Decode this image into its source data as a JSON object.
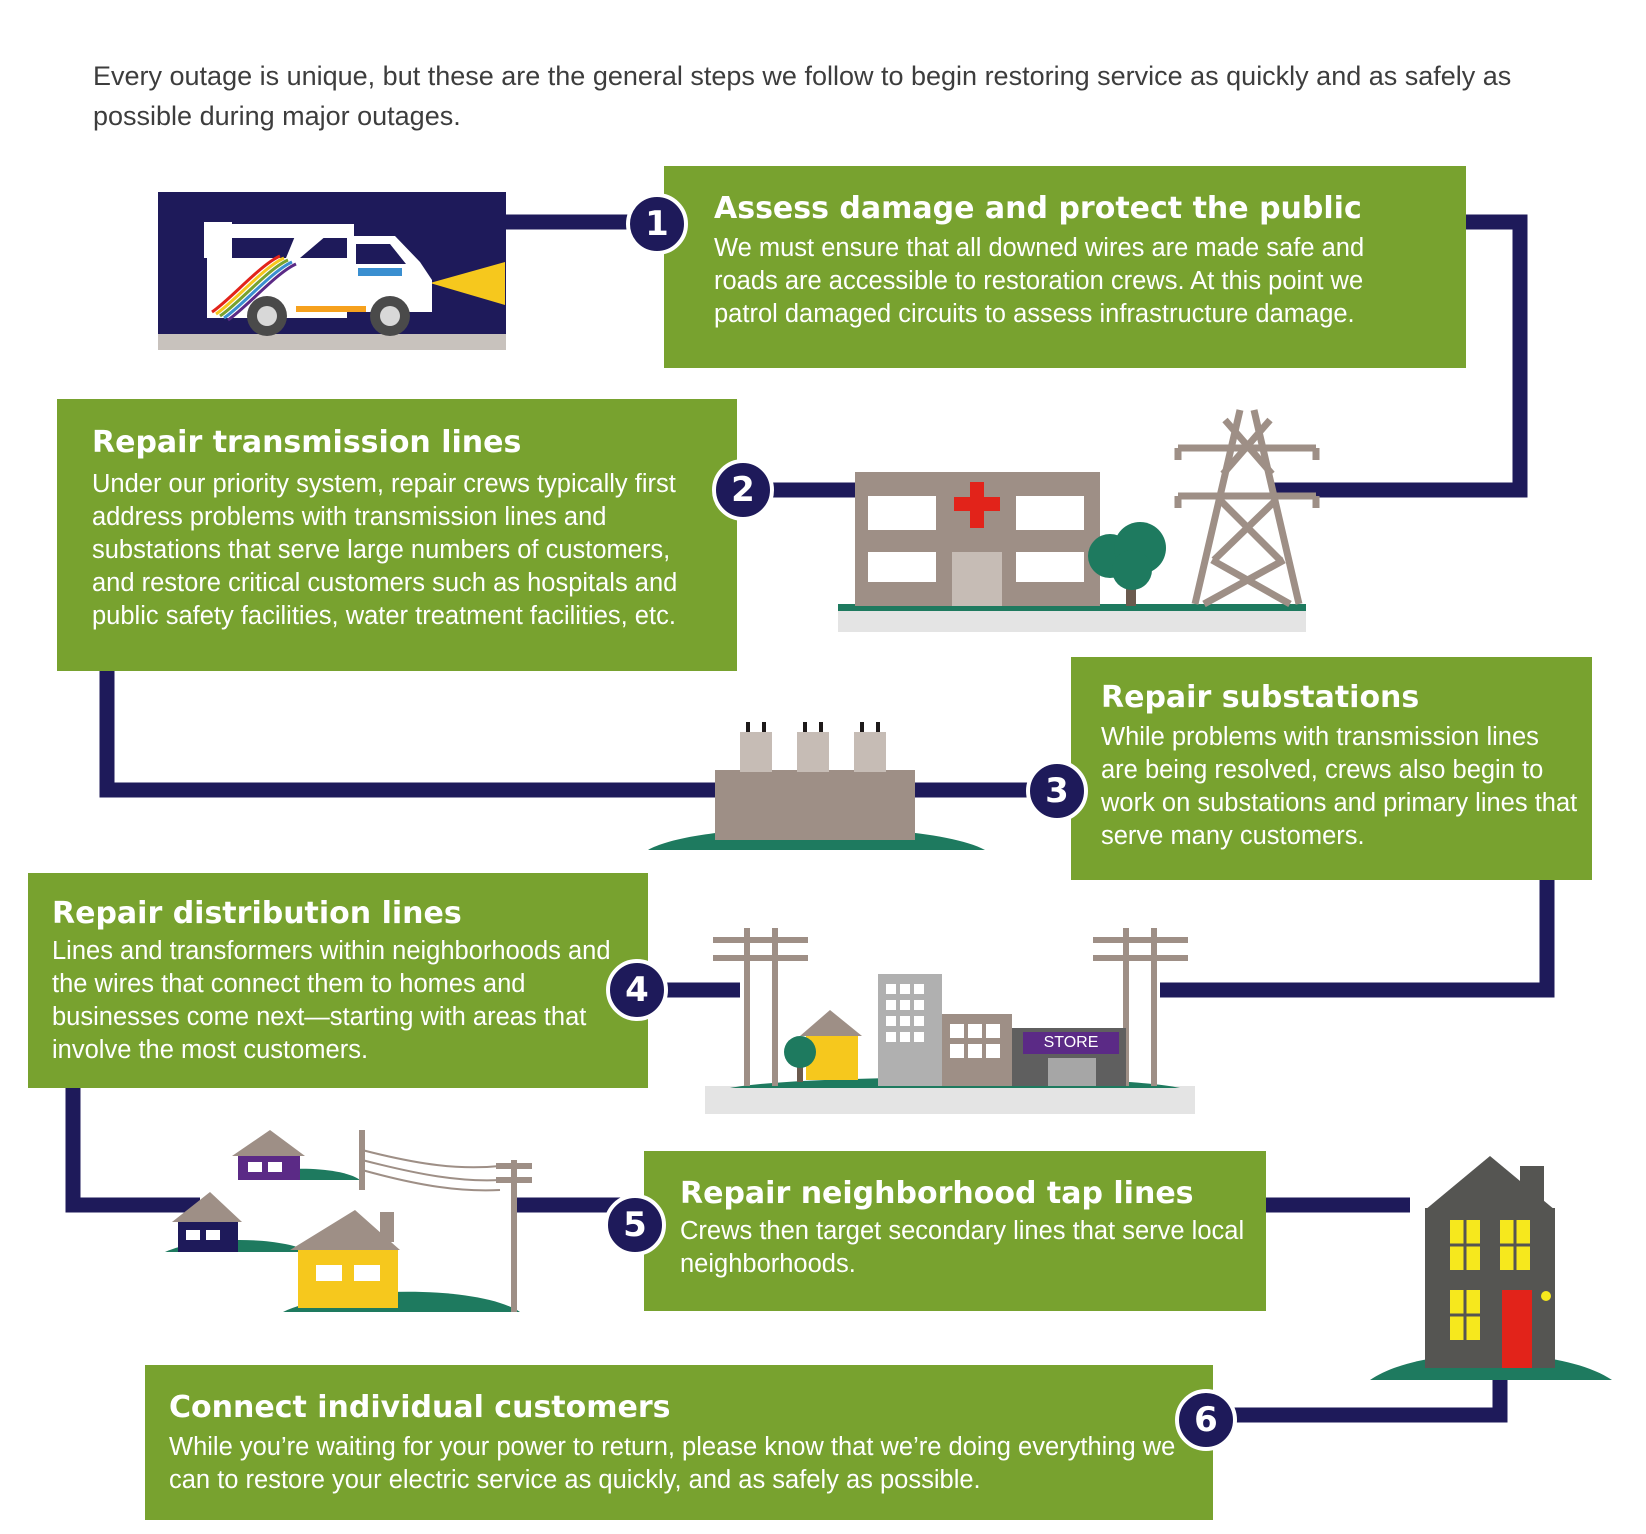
{
  "intro": "Every outage is unique, but these are the general steps we follow to begin restoring service as quickly and as safely as possible during major outages.",
  "steps": [
    {
      "number": "1",
      "title": "Assess damage and protect the public",
      "text": "We must ensure that all downed wires are made safe and roads are accessible to restoration crews. At this point we patrol damaged circuits to assess infrastructure damage."
    },
    {
      "number": "2",
      "title": "Repair transmission lines",
      "text": "Under our priority system, repair crews typically first address problems with transmission lines and substations that serve large numbers of customers, and restore critical customers such as hospitals and public safety facilities, water treatment facilities, etc."
    },
    {
      "number": "3",
      "title": "Repair substations",
      "text": "While problems with transmission lines are being resolved, crews also begin to work on substations and primary lines that serve many customers."
    },
    {
      "number": "4",
      "title": "Repair distribution lines",
      "text": "Lines and transformers within neighborhoods and the wires that connect them to homes and businesses come next—starting with areas that involve the most customers."
    },
    {
      "number": "5",
      "title": "Repair neighborhood tap lines",
      "text": "Crews then target secondary lines that serve local neighborhoods."
    },
    {
      "number": "6",
      "title": "Connect individual customers",
      "text": "While you’re waiting for your power to return, please know that we’re doing everything we can to restore your electric service as quickly, and as safely as possible."
    }
  ],
  "store_sign": "STORE",
  "colors": {
    "box_green": "#78a22f",
    "path_navy": "#1e1a5a",
    "ground_green": "#1e7a5f",
    "building_taupe": "#9e8f86",
    "house_yellow": "#f6c81d",
    "house_purple": "#5b2a86",
    "door_red": "#e2231a"
  }
}
